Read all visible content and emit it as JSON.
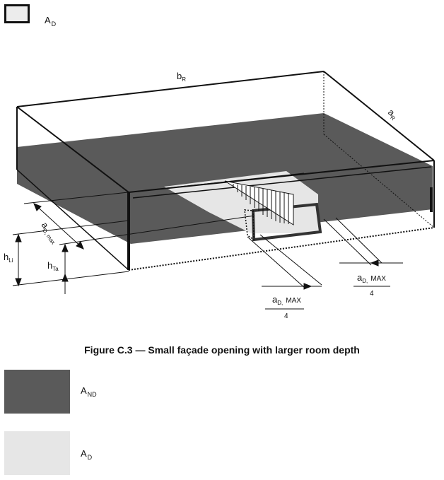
{
  "legend_top": {
    "label_main": "A",
    "label_sub": "D"
  },
  "diagram": {
    "b_r": {
      "main": "b",
      "sub": "R"
    },
    "a_r": {
      "main": "a",
      "sub": "R"
    },
    "a_d_max_left": {
      "main": "a",
      "sub": "D, max"
    },
    "h_li": {
      "main": "h",
      "sub": "Li"
    },
    "h_ta": {
      "main": "h",
      "sub": "Ta"
    },
    "frac_left": {
      "num_main": "a",
      "num_sub": "D,",
      "num_tail": "MAX",
      "den": "4"
    },
    "frac_right": {
      "num_main": "a",
      "num_sub": "D,",
      "num_tail": "MAX",
      "den": "4"
    }
  },
  "caption": "Figure C.3 — Small façade opening with larger room depth",
  "legend_bottom": {
    "and": {
      "main": "A",
      "sub": "ND"
    },
    "ad": {
      "main": "A",
      "sub": "D"
    }
  },
  "colors": {
    "dark_area": "#5a5a5a",
    "light_area": "#e6e6e6",
    "outline": "#111111"
  }
}
